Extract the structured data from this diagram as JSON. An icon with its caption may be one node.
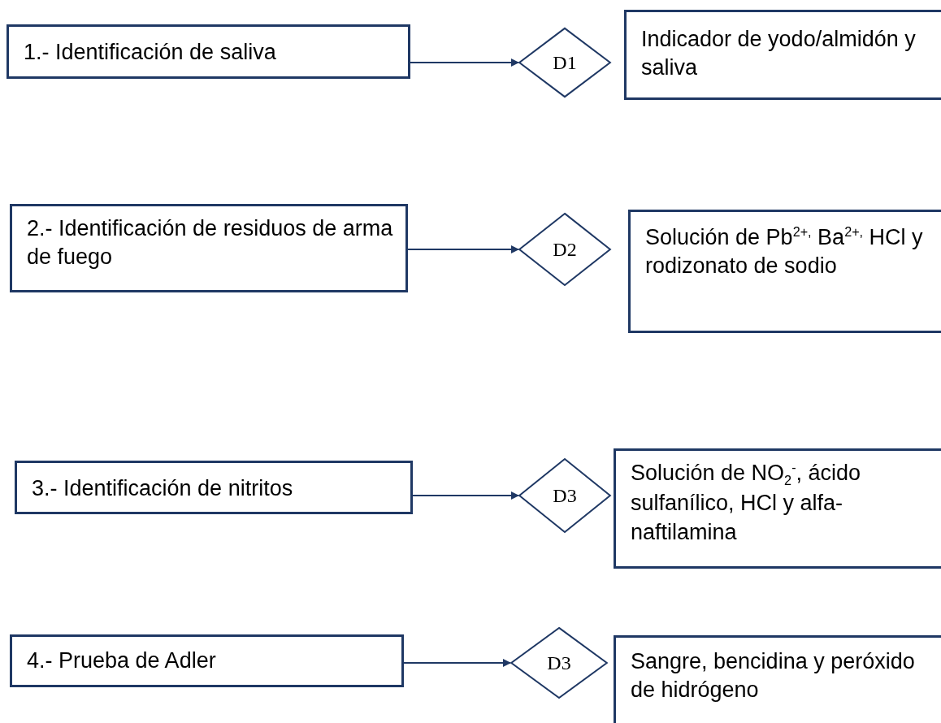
{
  "diagram": {
    "nodes": [
      {
        "text": [
          "1.- Identificación de saliva"
        ]
      },
      {
        "text": [
          "D1"
        ]
      },
      {
        "text": [
          "Indicador de yodo/almidón y saliva"
        ]
      },
      {
        "text": [
          "2.- Identificación de residuos de arma de fuego"
        ]
      },
      {
        "text": [
          "D2"
        ]
      },
      {
        "text": [
          "Solución de Pb$^{2+,}$ Ba$^{2+,}$ HCl y rodizonato de sodio"
        ]
      },
      {
        "text": [
          "3.- Identificación de nitritos"
        ]
      },
      {
        "text": [
          "D3"
        ]
      },
      {
        "text": [
          "Solución de NO$_{2}$$^{-}$, ácido sulfanílico, HCl y alfa-naftilamina"
        ]
      },
      {
        "text": [
          "4.- Prueba de Adler"
        ]
      },
      {
        "text": [
          "D3"
        ]
      },
      {
        "text": [
          "Sangre, bencidina y peróxido de hidrógeno"
        ]
      }
    ],
    "edges": [
      {
        "from": 0,
        "to": 1,
        "arrow": "to"
      },
      {
        "from": 3,
        "to": 4,
        "arrow": "to"
      },
      {
        "from": 6,
        "to": 7,
        "arrow": "to"
      },
      {
        "from": 9,
        "to": 10,
        "arrow": "to"
      }
    ]
  }
}
